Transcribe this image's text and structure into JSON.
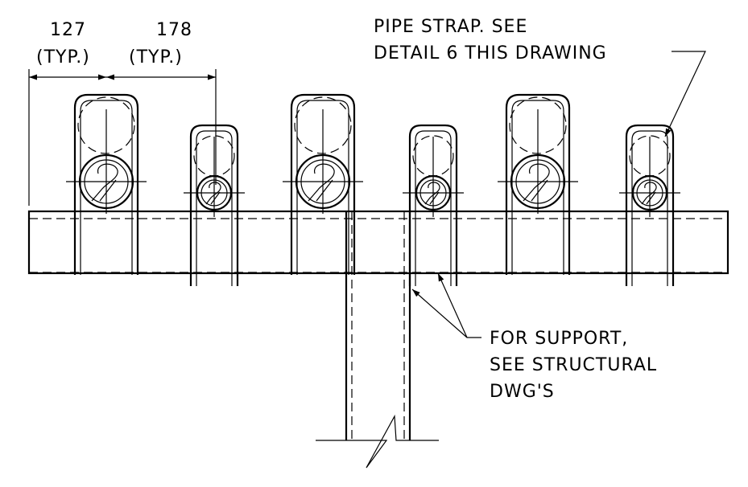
{
  "dimensions": [
    {
      "value": "127",
      "note": "(TYP.)"
    },
    {
      "value": "178",
      "note": "(TYP.)"
    }
  ],
  "callouts": {
    "pipe_strap": [
      "PIPE STRAP. SEE",
      "DETAIL 6 THIS DRAWING"
    ],
    "support": [
      "FOR SUPPORT,",
      "SEE STRUCTURAL",
      "DWG'S"
    ]
  }
}
